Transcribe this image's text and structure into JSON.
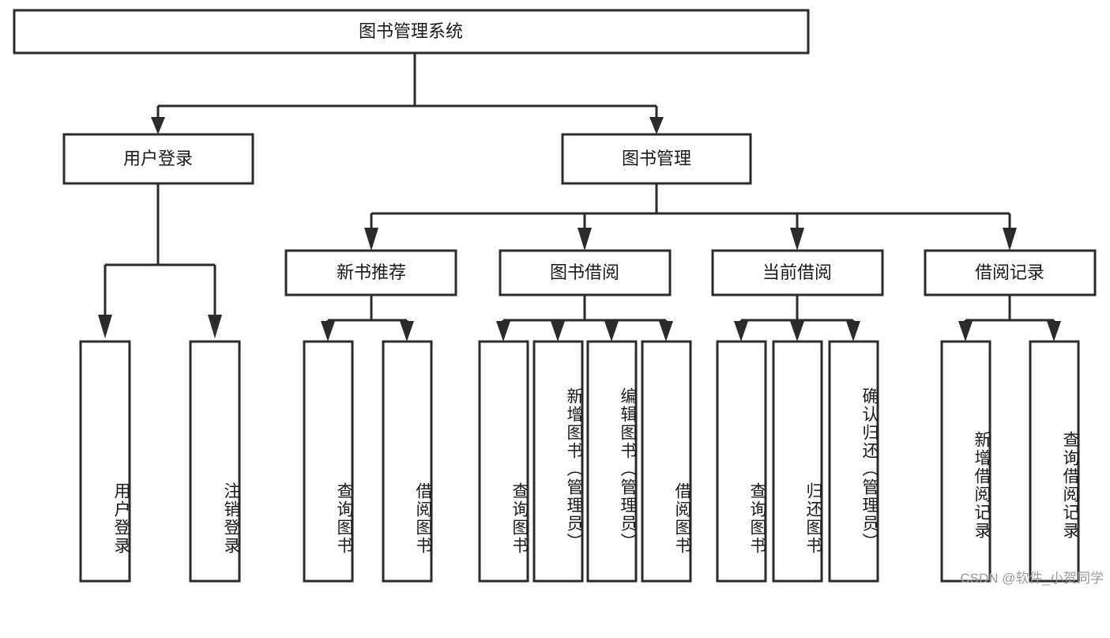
{
  "diagram": {
    "title": "图书管理系统",
    "type": "tree-hierarchy",
    "watermark": "CSDN @软件_小贺同学",
    "colors": {
      "box_stroke": "#2b2b2b",
      "box_fill": "#ffffff",
      "text": "#1a1a1a",
      "background": "#ffffff",
      "watermark": "#9a9a9a"
    },
    "root": {
      "label": "图书管理系统"
    },
    "level2": [
      {
        "label": "用户登录"
      },
      {
        "label": "图书管理"
      }
    ],
    "level3": [
      {
        "label": "新书推荐"
      },
      {
        "label": "图书借阅"
      },
      {
        "label": "当前借阅"
      },
      {
        "label": "借阅记录"
      }
    ],
    "leaves": {
      "user_login": [
        {
          "label": "用户登录"
        },
        {
          "label": "注销登录"
        }
      ],
      "new_book_recommend": [
        {
          "label": "查询图书"
        },
        {
          "label": "借阅图书"
        }
      ],
      "book_borrow": [
        {
          "label": "查询图书"
        },
        {
          "label": "新增图书（管理员）"
        },
        {
          "label": "编辑图书（管理员）"
        },
        {
          "label": "借阅图书"
        }
      ],
      "current_borrow": [
        {
          "label": "查询图书"
        },
        {
          "label": "归还图书"
        },
        {
          "label": "确认归还（管理员）"
        }
      ],
      "borrow_records": [
        {
          "label": "新增借阅记录"
        },
        {
          "label": "查询借阅记录"
        }
      ]
    }
  }
}
